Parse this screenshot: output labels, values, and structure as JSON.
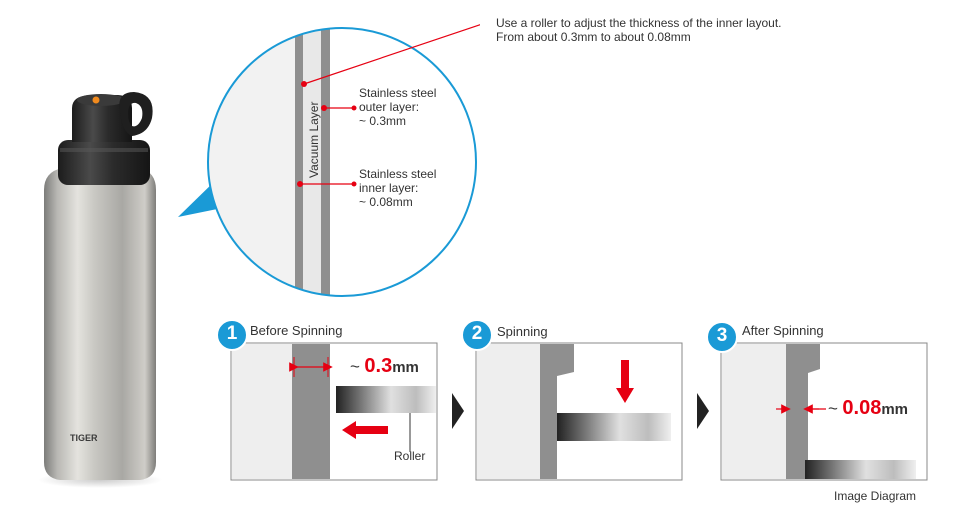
{
  "callout": {
    "line1": "Use a roller to adjust the thickness of the inner layout.",
    "line2": "From about 0.3mm to about 0.08mm"
  },
  "magnifier": {
    "vacuum_label": "Vacuum Layer",
    "outer_l1": "Stainless steel",
    "outer_l2": "outer layer:",
    "outer_l3": "~ 0.3mm",
    "inner_l1": "Stainless steel",
    "inner_l2": "inner layer:",
    "inner_l3": "~ 0.08mm"
  },
  "bottle": {
    "brand": "TIGER"
  },
  "steps": [
    {
      "number": "1",
      "title": "Before Spinning",
      "tilde": "~",
      "value": "0.3",
      "unit": "mm",
      "roller_label": "Roller"
    },
    {
      "number": "2",
      "title": "Spinning"
    },
    {
      "number": "3",
      "title": "After Spinning",
      "tilde": "~",
      "value": "0.08",
      "unit": "mm"
    }
  ],
  "caption": "Image Diagram",
  "colors": {
    "accent_blue": "#1a9ad6",
    "accent_red": "#e60012",
    "wall_gray": "#8f8f8f"
  }
}
